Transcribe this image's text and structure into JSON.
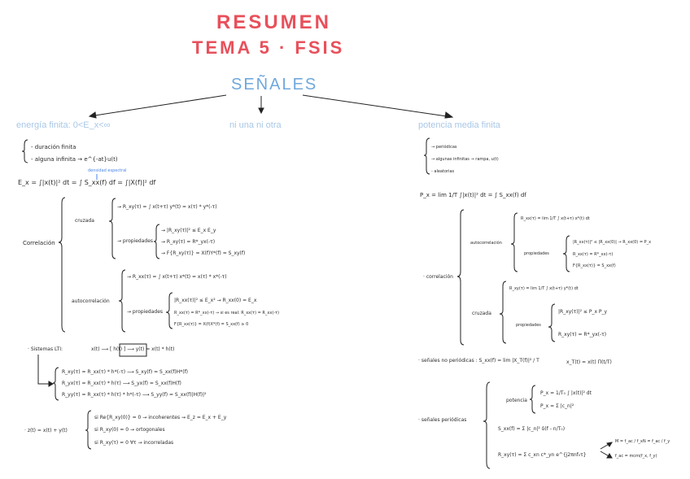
{
  "title": {
    "line1": "RESUMEN",
    "line2": "TEMA 5 · FSIS",
    "main": "SEÑALES"
  },
  "categories": {
    "energy": "energía finita: 0<E_x<∞",
    "neither": "ni una ni otra",
    "power": "potencia media finita"
  },
  "energy": {
    "dur1": "- duración finita",
    "dur2": "- alguna infinita → e^{-at}u(t)",
    "density_note": "densidad espectral",
    "ex_formula": "E_x = ∫|x(t)|² dt = ∫ S_xx(f) df = ∫|X(f)|² df",
    "correlacion": "Correlación",
    "cruzada": "cruzada",
    "rxy": "→ R_xy(τ) = ∫ x(t+τ) y*(t) = x(τ) * y*(-τ)",
    "propiedades": "→ propiedades",
    "prop1": "→ |R_xy(τ)|² ≤ E_x E_y",
    "prop2": "→ R_xy(τ) = R*_yx(-τ)",
    "prop3": "→ F{R_xy(τ)} = X(f)Y*(f) = S_xy(f)",
    "autocorrelacion": "autocorrelación",
    "rxx": "→ R_xx(τ) = ∫ x(t+τ) x*(t) = x(τ) * x*(-τ)",
    "propiedades2": "→ propiedades",
    "aprop1": "|R_xx(τ)|² ≤ E_x² → R_xx(0) = E_x",
    "aprop2": "R_xx(τ) = R*_xx(-τ) → si es real: R_xx(τ) = R_xx(-τ)",
    "aprop3": "F{R_xx(τ)} = X(f)X*(f) = S_xx(f) ≥ 0",
    "lti": "· Sistemas LTI:",
    "lti_chain": "x(t) ⟶ [ h(t) ] ⟶ y(t) = x(t) * h(t)",
    "lti1": "R_xy(τ) = R_xx(τ) * h*(-τ) ⟶ S_xy(f) = S_xx(f)H*(f)",
    "lti2": "R_yx(τ) = R_xx(τ) * h(τ) ⟶ S_yx(f) = S_xx(f)H(f)",
    "lti3": "R_yy(τ) = R_xx(τ) * h(τ) * h*(-τ) ⟶ S_yy(f) = S_xx(f)|H(f)|²",
    "sum": "· z(t) = x(t) + y(t)",
    "sum1": "si Re{R_xy(0)} = 0 → incoherentes ⇝ E_z = E_x + E_y",
    "sum2": "si R_xy(0) = 0 → ortogonales",
    "sum3": "si R_xy(τ) = 0 ∀τ → incorreladas"
  },
  "power": {
    "p1": "→ periódicas",
    "p2": "→ algunas infinitas → rampa, u(t)",
    "p3": "- aleatorias",
    "px": "P_x = lim 1/T ∫|x(t)|² dt = ∫ S_xx(f) df",
    "correlacion": "· correlación",
    "autocorrelacion": "autocorrelación",
    "rxx": "R_xx(τ) = lim 1/T ∫ x(t+τ) x*(t) dt",
    "propiedades": "propiedades",
    "prop1": "|R_xx(τ)|² ≤ |R_xx(0)| → R_xx(0) = P_x",
    "prop2": "R_xx(τ) = R*_xx(-τ)",
    "prop3": "F{R_xx(τ)} = S_xx(f)",
    "cruzada": "cruzada",
    "rxy": "R_xy(τ) = lim 1/T ∫ x(t+τ) y*(t) dt",
    "propiedades2": "propiedades",
    "cprop1": "|R_xy(τ)|² ≤ P_x P_y",
    "cprop2": "R_xy(τ) = R*_yx(-τ)",
    "noperiod": "· señales no periódicas : S_xx(f) = lim |X_T(f)|² / T",
    "xt": "x_T(t) = x(t) Π(t/T)",
    "periodicas": "· señales periódicas",
    "potencia": "potencia",
    "pot1": "P_x = 1/T₀ ∫ |x(t)|² dt",
    "pot2": "P_x = Σ |c_n|²",
    "sxx": "S_xx(f) = Σ |c_n|² δ(f - n/T₀)",
    "rxy_per": "R_xy(τ) = Σ c_xn c*_yn e^{j2πnf₀τ}",
    "m": "M = f_ac / f_x",
    "n": "N = f_ac / f_y",
    "fac": "f_ac = mcm(f_x, f_y)"
  }
}
